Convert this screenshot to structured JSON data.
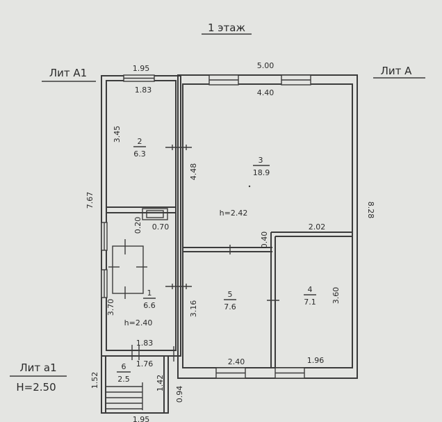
{
  "title": "1 этаж",
  "labels": {
    "lit_a1": "Лит А1",
    "lit_a": "Лит А",
    "lit_a1_small": "Лит а1",
    "height_a1_small": "H=2.50"
  },
  "dimensions": {
    "top_a1_outer": "1.95",
    "top_a_outer": "5.00",
    "top_room2_inner": "1.83",
    "top_room3_inner": "4.40",
    "left_total": "7.67",
    "right_total": "8.28",
    "room2_height": "3.45",
    "room3_height": "4.48",
    "partition_a1": "0.20",
    "stove_width": "0.70",
    "partition_a": "0.40",
    "room4_width": "2.02",
    "room1_height": "3.70",
    "room5_height": "3.16",
    "room4_height": "3.60",
    "room1_bottom": "1.83",
    "room6_width": "1.76",
    "room5_bottom": "2.40",
    "room4_bottom": "1.96",
    "room6_depth": "1.52",
    "room6_inner": "1.42",
    "room6_side": "0.94",
    "bottom_a1_outer": "1.95"
  },
  "rooms": [
    {
      "id": "2",
      "number": "2",
      "area": "6.3"
    },
    {
      "id": "3",
      "number": "3",
      "area": "18.9",
      "height": "h=2.42"
    },
    {
      "id": "1",
      "number": "1",
      "area": "6.6",
      "height": "h=2.40"
    },
    {
      "id": "5",
      "number": "5",
      "area": "7.6"
    },
    {
      "id": "4",
      "number": "4",
      "area": "7.1"
    },
    {
      "id": "6",
      "number": "6",
      "area": "2.5"
    }
  ]
}
